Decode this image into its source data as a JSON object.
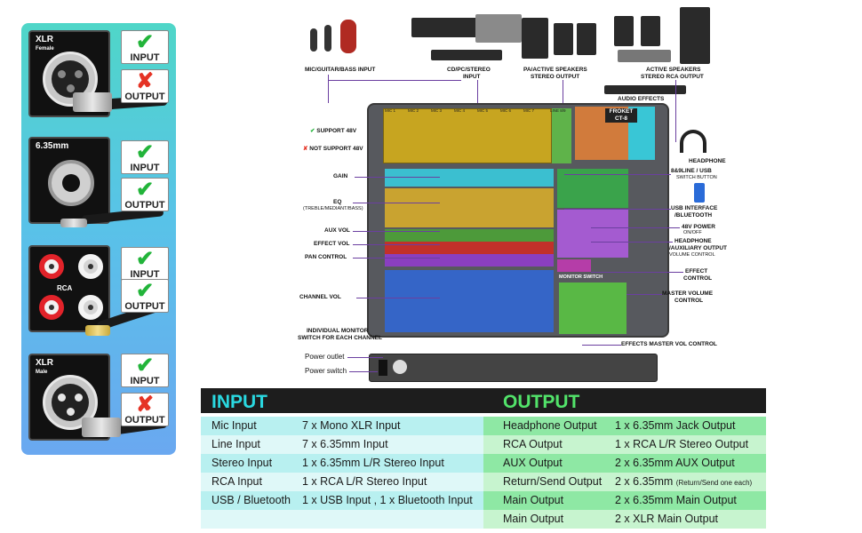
{
  "colors": {
    "input_accent": "#2ad8e0",
    "output_accent": "#52e36a",
    "check": "#22b43a",
    "cross": "#e53325",
    "header_bg": "#1d1d1d",
    "row_cyan_a": "#b8f0f0",
    "row_cyan_b": "#dff8f8",
    "row_green_a": "#8ee8a4",
    "row_green_b": "#c7f4cf"
  },
  "connectors": [
    {
      "name": "XLR",
      "sub": "Female",
      "icon": "xlr-female-socket-icon",
      "input": "yes",
      "output": "no"
    },
    {
      "name": "6.35mm",
      "sub": "",
      "icon": "jack-socket-icon",
      "input": "yes",
      "output": "yes"
    },
    {
      "name": "RCA",
      "sub": "",
      "icon": "rca-socket-icon",
      "input": "yes",
      "output": "yes"
    },
    {
      "name": "XLR",
      "sub": "Male",
      "icon": "xlr-male-plug-icon",
      "input": "yes",
      "output": "no"
    }
  ],
  "badges": {
    "input": "INPUT",
    "output": "OUTPUT",
    "yes_glyph": "✔",
    "no_glyph": "✘"
  },
  "diagram": {
    "top_labels": {
      "mic": "MIC/GUITAR/BASS INPUT",
      "cd": "CD/PC/STEREO",
      "cd2": "INPUT",
      "pa": "PA/ACTIVE SPEAKERS",
      "pa2": "STEREO OUTPUT",
      "active": "ACTIVE SPEAKERS",
      "active2": "STEREO RCA OUTPUT",
      "effects": "AUDIO EFFECTS"
    },
    "brand": "FROKET",
    "model": "CT-8",
    "channel_tags": [
      "MIC 1",
      "MIC 2",
      "MIC 3",
      "MIC 4",
      "MIC 5",
      "MIC 6",
      "MIC 7",
      "LINE 8/9"
    ],
    "left_labels": {
      "support": "SUPPORT 48V",
      "not_support": "NOT SUPPORT 48V",
      "gain": "GAIN",
      "eq": "EQ",
      "eq_sub": "(TREBLE/MEDIANT/BASS)",
      "aux": "AUX VOL",
      "effect": "EFFECT VOL",
      "pan": "PAN CONTROL",
      "channel": "CHANNEL VOL",
      "monitor": "INDIVIDUAL MONITOR",
      "monitor2": "SWITCH FOR EACH CHANNEL",
      "power_outlet": "Power outlet",
      "power_switch": "Power switch"
    },
    "right_labels": {
      "headphone": "HEADPHONE",
      "line_usb": "8&9LINE / USB",
      "line_usb_sub": "SWITCH BUTTON",
      "usb": "USB INTERFACE",
      "usb2": "/BLUETOOTH",
      "power48": "48V POWER",
      "power48_sub": "ON/OFF",
      "hp_aux": "HEADPHONE",
      "hp_aux2": "/AUXILIARY OUTPUT",
      "hp_aux3": "VOLUME CONTROL",
      "effect_ctrl": "EFFECT",
      "effect_ctrl2": "CONTROL",
      "master": "MASTER VOLUME",
      "master2": "CONTROL",
      "fx_master": "EFFECTS MASTER VOL CONTROL"
    },
    "monitor_switch": "MONITOR SWITCH"
  },
  "spec": {
    "input_title": "INPUT",
    "output_title": "OUTPUT",
    "rows": [
      {
        "in_name": "Mic Input",
        "in_value": "7 x Mono XLR Input",
        "out_name": "Headphone Output",
        "out_value": "1 x 6.35mm Jack Output",
        "out_note": ""
      },
      {
        "in_name": "Line Input",
        "in_value": "7 x 6.35mm Input",
        "out_name": "RCA Output",
        "out_value": "1 x RCA L/R Stereo Output",
        "out_note": ""
      },
      {
        "in_name": "Stereo Input",
        "in_value": "1 x 6.35mm L/R Stereo Input",
        "out_name": "AUX Output",
        "out_value": "2 x 6.35mm AUX Output",
        "out_note": ""
      },
      {
        "in_name": "RCA Input",
        "in_value": "1 x RCA L/R Stereo Input",
        "out_name": "Return/Send Output",
        "out_value": "2 x 6.35mm",
        "out_note": "(Return/Send one each)"
      },
      {
        "in_name": "USB / Bluetooth",
        "in_value": "1 x USB Input , 1 x Bluetooth Input",
        "out_name": "Main Output",
        "out_value": "2 x 6.35mm Main Output",
        "out_note": ""
      },
      {
        "in_name": "",
        "in_value": "",
        "out_name": "Main Output",
        "out_value": "2 x XLR Main Output",
        "out_note": ""
      }
    ]
  }
}
